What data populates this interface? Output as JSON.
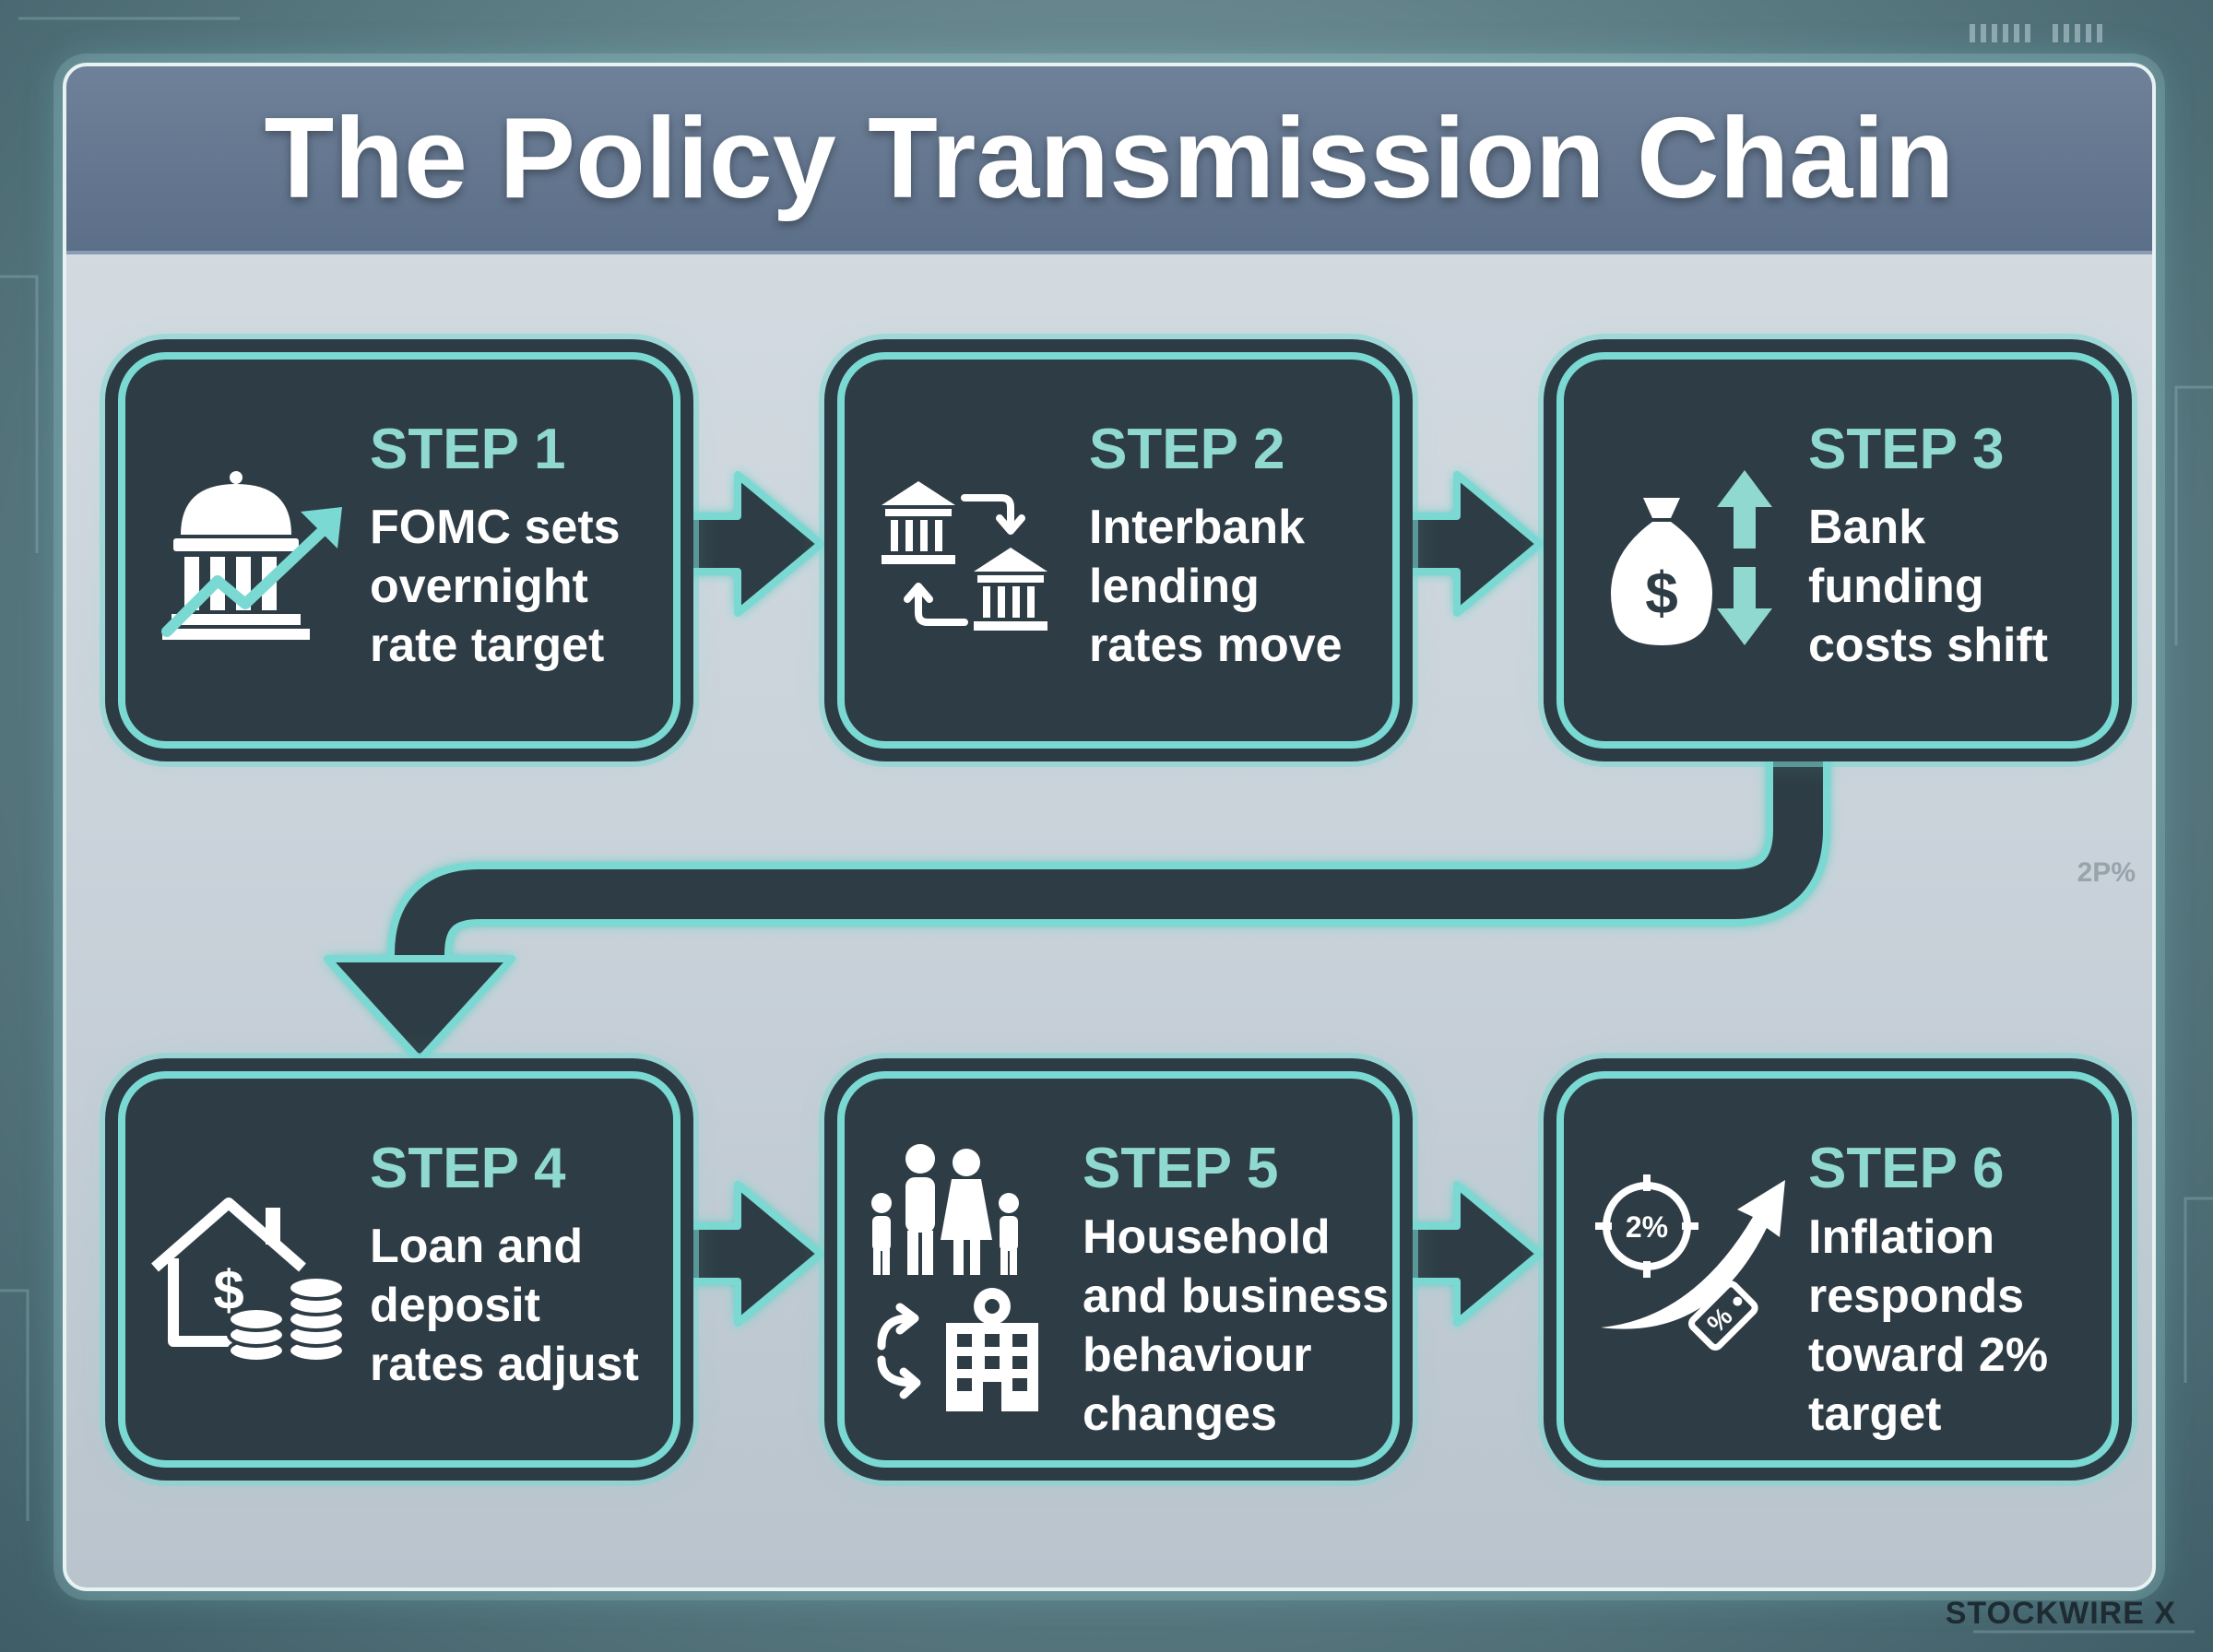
{
  "title": "The Policy Transmission Chain",
  "watermark": "STOCKWIRE X",
  "background_text": "2P%",
  "colors": {
    "accent": "#7ad9d2",
    "card_fill": "#2e3c45",
    "step_label": "#8fd9d0",
    "title_bar": "#5c6f88"
  },
  "steps": [
    {
      "label": "STEP 1",
      "text": "FOMC sets\novernight\nrate target",
      "icon": "central-bank-rising-arrow-icon"
    },
    {
      "label": "STEP 2",
      "text": "Interbank\nlending\nrates move",
      "icon": "bank-exchange-icon"
    },
    {
      "label": "STEP 3",
      "text": "Bank\nfunding\ncosts shift",
      "icon": "money-bag-up-down-icon"
    },
    {
      "label": "STEP 4",
      "text": "Loan and\ndeposit\nrates adjust",
      "icon": "house-coins-icon"
    },
    {
      "label": "STEP 5",
      "text": "Household\nand business\nbehaviour\nchanges",
      "icon": "family-business-icon"
    },
    {
      "label": "STEP 6",
      "text": "Inflation\nresponds\ntoward 2%\ntarget",
      "icon": "target-arrow-tag-icon"
    }
  ],
  "icon_texts": {
    "target_badge": "2%",
    "tag_symbol": "%"
  }
}
